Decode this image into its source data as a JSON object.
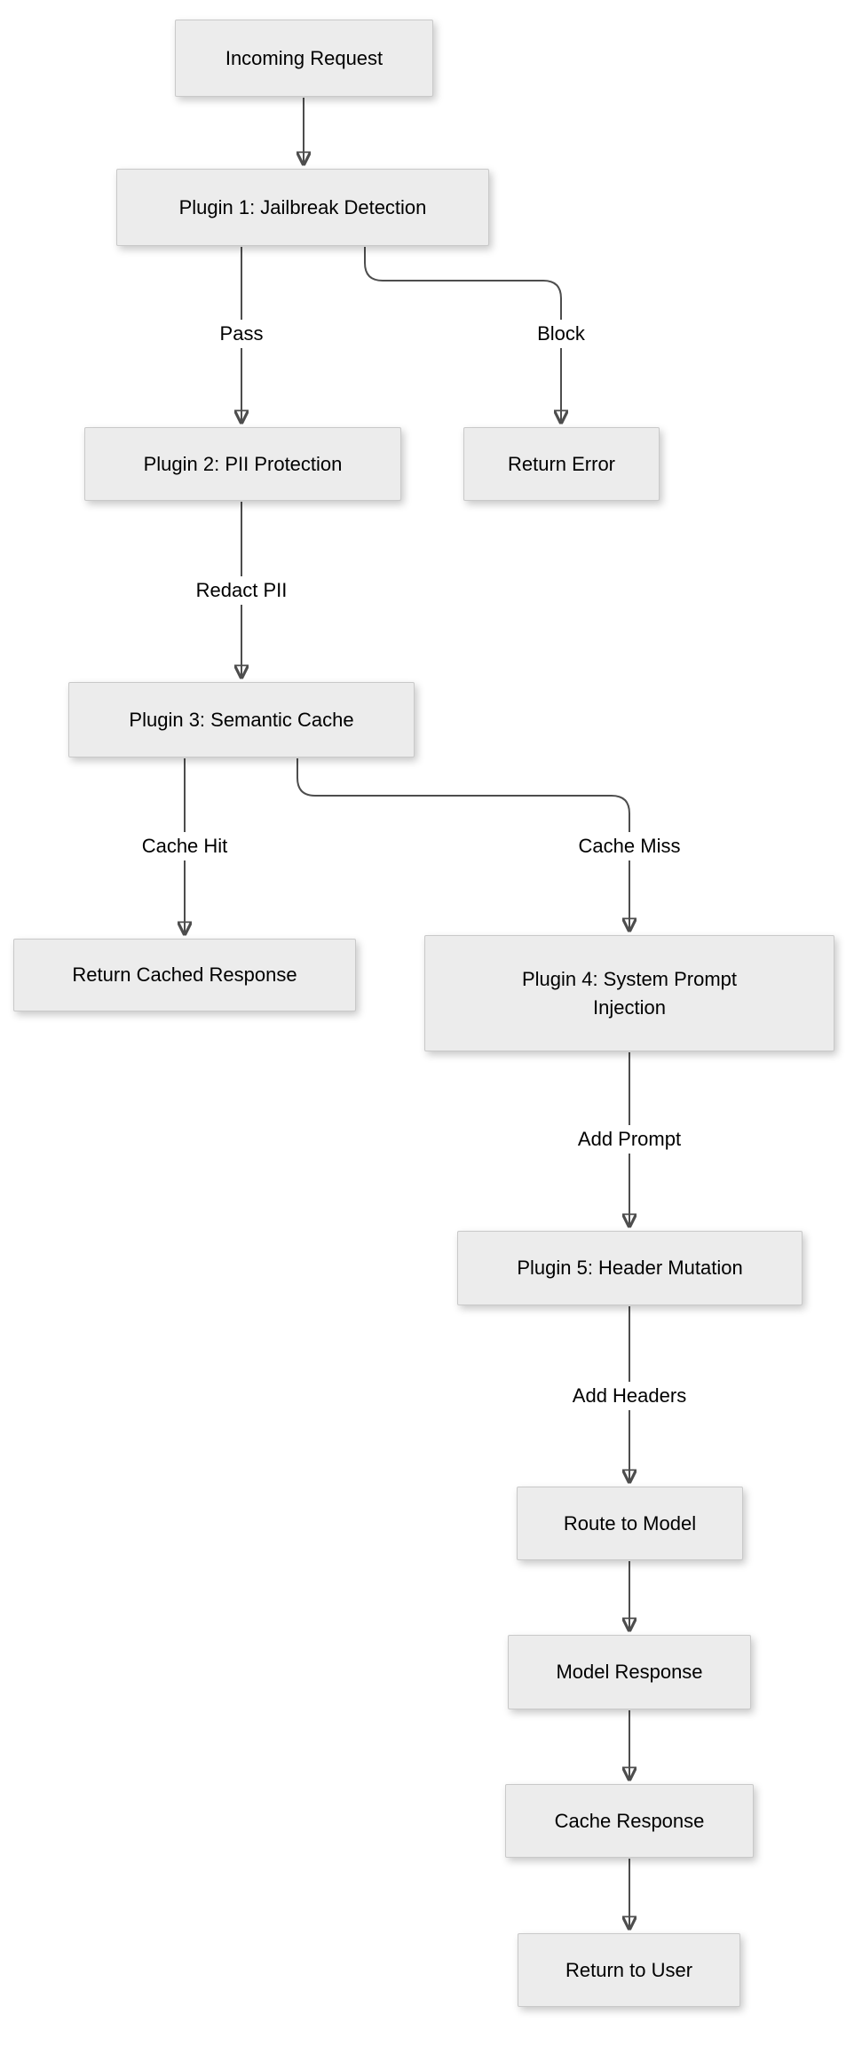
{
  "diagram": {
    "type": "flowchart",
    "direction": "top-down",
    "colors": {
      "node_fill": "#ececec",
      "node_border": "#c9c9c9",
      "edge": "#4d4d4d",
      "text": "#000000",
      "background": "#ffffff"
    },
    "nodes": [
      {
        "id": "incoming_request",
        "label": "Incoming Request"
      },
      {
        "id": "plugin1",
        "label": "Plugin 1: Jailbreak Detection"
      },
      {
        "id": "plugin2",
        "label": "Plugin 2: PII Protection"
      },
      {
        "id": "return_error",
        "label": "Return Error"
      },
      {
        "id": "plugin3",
        "label": "Plugin 3: Semantic Cache"
      },
      {
        "id": "return_cached_response",
        "label": "Return Cached Response"
      },
      {
        "id": "plugin4",
        "label": "Plugin 4: System Prompt Injection"
      },
      {
        "id": "plugin5",
        "label": "Plugin 5: Header Mutation"
      },
      {
        "id": "route_to_model",
        "label": "Route to Model"
      },
      {
        "id": "model_response",
        "label": "Model Response"
      },
      {
        "id": "cache_response",
        "label": "Cache Response"
      },
      {
        "id": "return_to_user",
        "label": "Return to User"
      }
    ],
    "edges": [
      {
        "from": "incoming_request",
        "to": "plugin1",
        "label": ""
      },
      {
        "from": "plugin1",
        "to": "plugin2",
        "label": "Pass"
      },
      {
        "from": "plugin1",
        "to": "return_error",
        "label": "Block"
      },
      {
        "from": "plugin2",
        "to": "plugin3",
        "label": "Redact PII"
      },
      {
        "from": "plugin3",
        "to": "return_cached_response",
        "label": "Cache Hit"
      },
      {
        "from": "plugin3",
        "to": "plugin4",
        "label": "Cache Miss"
      },
      {
        "from": "plugin4",
        "to": "plugin5",
        "label": "Add Prompt"
      },
      {
        "from": "plugin5",
        "to": "route_to_model",
        "label": "Add Headers"
      },
      {
        "from": "route_to_model",
        "to": "model_response",
        "label": ""
      },
      {
        "from": "model_response",
        "to": "cache_response",
        "label": ""
      },
      {
        "from": "cache_response",
        "to": "return_to_user",
        "label": ""
      }
    ]
  }
}
